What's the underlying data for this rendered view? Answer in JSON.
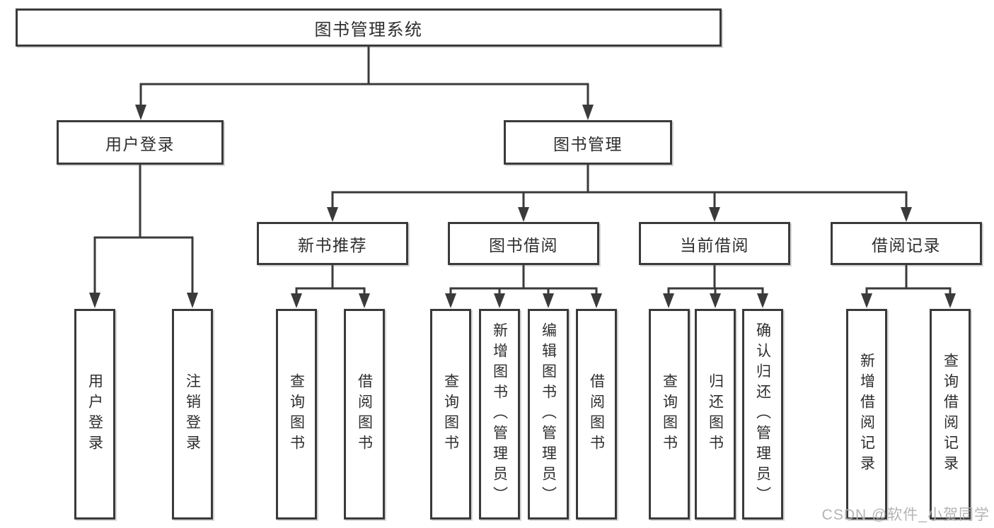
{
  "tree": {
    "label": "图书管理系统",
    "children": [
      {
        "label": "用户登录",
        "children": [
          {
            "label": "用户登录"
          },
          {
            "label": "注销登录"
          }
        ]
      },
      {
        "label": "图书管理",
        "children": [
          {
            "label": "新书推荐",
            "children": [
              {
                "label": "查询图书"
              },
              {
                "label": "借阅图书"
              }
            ]
          },
          {
            "label": "图书借阅",
            "children": [
              {
                "label": "查询图书"
              },
              {
                "label": "新增图书（管理员）"
              },
              {
                "label": "编辑图书（管理员）"
              },
              {
                "label": "借阅图书"
              }
            ]
          },
          {
            "label": "当前借阅",
            "children": [
              {
                "label": "查询图书"
              },
              {
                "label": "归还图书"
              },
              {
                "label": "确认归还（管理员）"
              }
            ]
          },
          {
            "label": "借阅记录",
            "children": [
              {
                "label": "新增借阅记录"
              },
              {
                "label": "查询借阅记录"
              }
            ]
          }
        ]
      }
    ]
  },
  "watermark": "CSDN @软件_小贺同学",
  "colors": {
    "line": "#3a3a3a",
    "text": "#2e2e2e",
    "background": "#ffffff",
    "watermark": "#b0b0b0"
  }
}
